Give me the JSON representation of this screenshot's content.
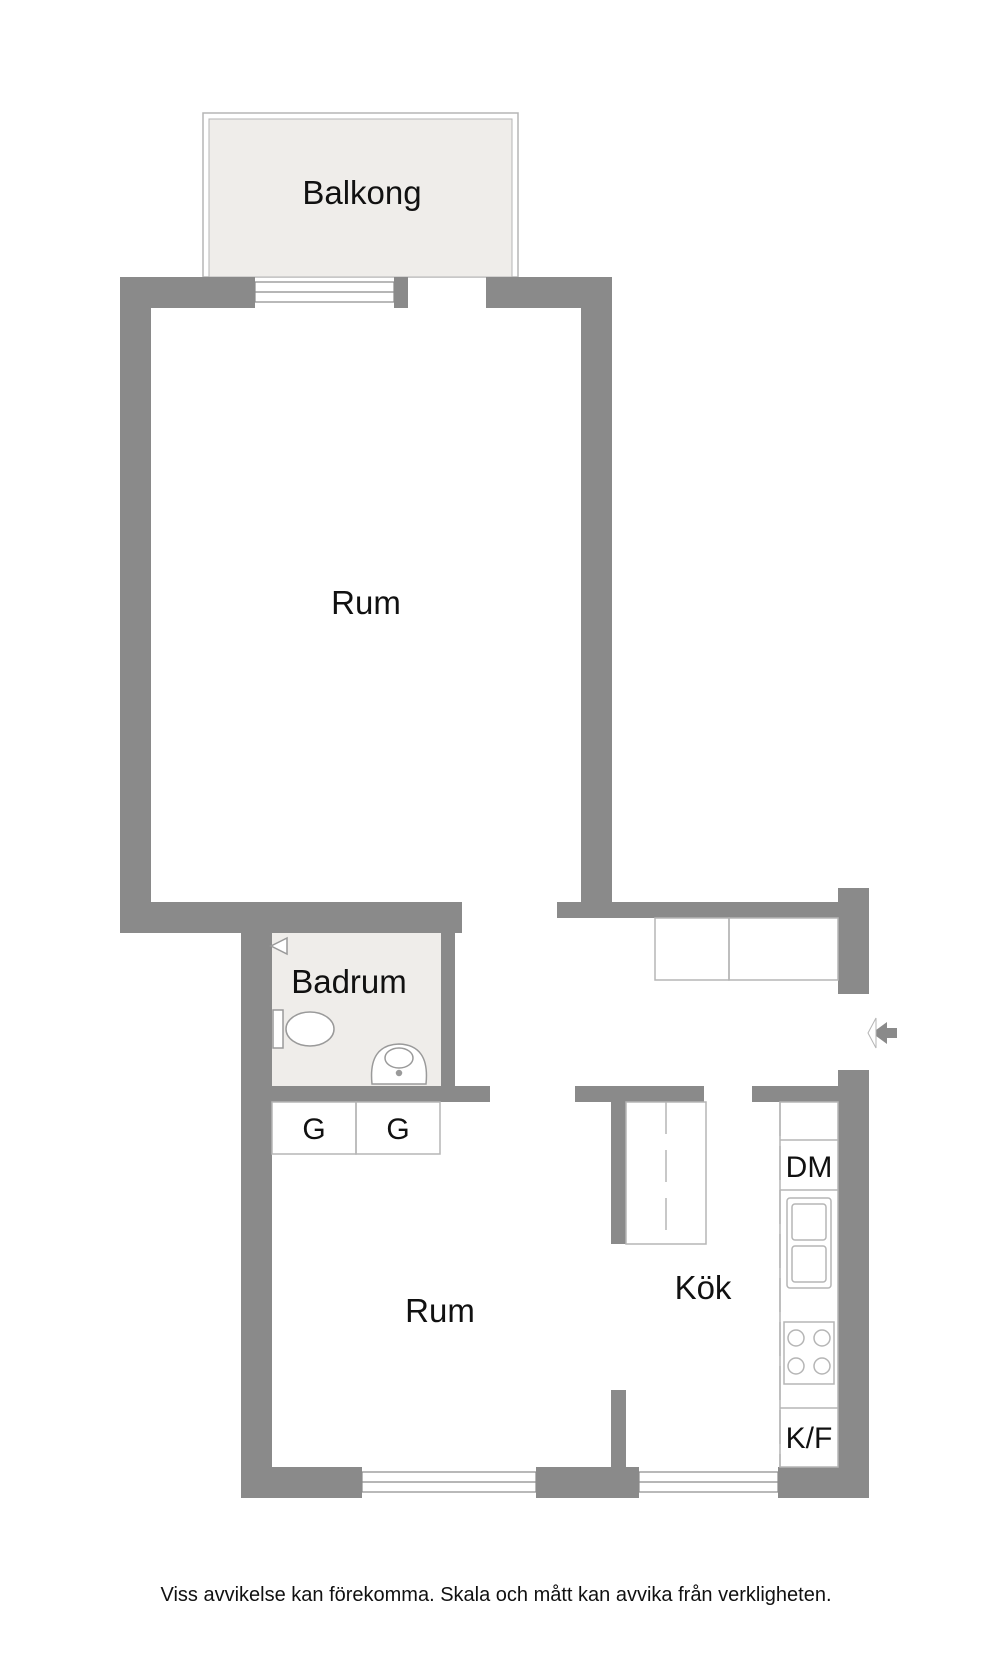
{
  "rooms": {
    "balcony": "Balkong",
    "living_room": "Rum",
    "bathroom": "Badrum",
    "bedroom": "Rum",
    "kitchen": "Kök"
  },
  "appliances": {
    "wardrobe_1": "G",
    "wardrobe_2": "G",
    "dishwasher": "DM",
    "fridge_freezer": "K/F"
  },
  "footer": {
    "disclaimer": "Viss avvikelse kan förekomma. Skala och mått kan avvika från verkligheten."
  },
  "colors": {
    "wall": "#8a8a8a",
    "balcony_fill": "#efedea",
    "bathroom_fill": "#efedea",
    "line": "#b5b5b5"
  }
}
